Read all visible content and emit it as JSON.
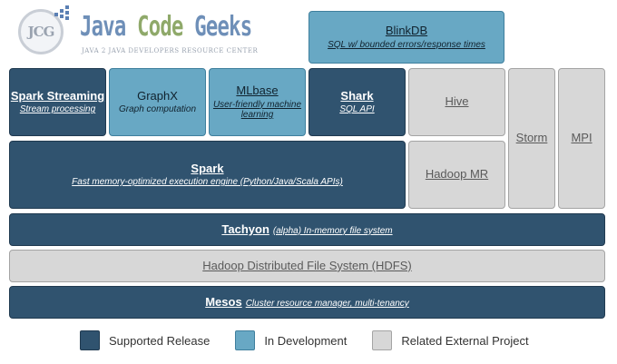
{
  "logo": {
    "mark": "JCG",
    "title_w1": "Java",
    "title_w2": "Code",
    "title_w3": "Geeks",
    "subtitle": "JAVA 2 JAVA DEVELOPERS RESOURCE CENTER"
  },
  "blocks": {
    "blinkdb": {
      "name": "BlinkDB",
      "desc": "SQL w/ bounded errors/response times"
    },
    "spark_streaming": {
      "name": "Spark Streaming",
      "desc": "Stream processing"
    },
    "graphx": {
      "name": "GraphX",
      "desc": "Graph computation"
    },
    "mlbase": {
      "name": "MLbase",
      "desc": "User-friendly machine learning"
    },
    "shark": {
      "name": "Shark",
      "desc": "SQL API"
    },
    "hive": {
      "name": "Hive"
    },
    "storm": {
      "name": "Storm"
    },
    "mpi": {
      "name": "MPI"
    },
    "spark": {
      "name": "Spark",
      "desc": "Fast memory-optimized execution engine (Python/Java/Scala APIs)"
    },
    "hadoop_mr": {
      "name": "Hadoop MR"
    },
    "tachyon": {
      "name": "Tachyon",
      "desc": "(alpha) In-memory file system"
    },
    "hdfs": {
      "name": "Hadoop Distributed File System (HDFS)"
    },
    "mesos": {
      "name": "Mesos",
      "desc": "Cluster resource manager, multi-tenancy"
    }
  },
  "legend": [
    {
      "label": "Supported Release",
      "status": "dark",
      "color": "#30536f"
    },
    {
      "label": "In Development",
      "status": "light",
      "color": "#68a8c4"
    },
    {
      "label": "Related External Project",
      "status": "gray",
      "color": "#d7d7d7"
    }
  ]
}
